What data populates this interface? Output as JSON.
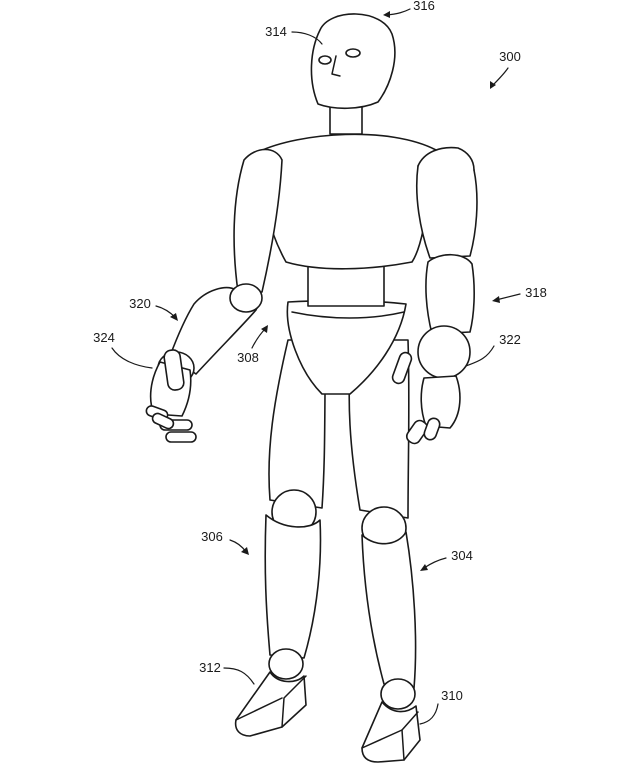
{
  "figure": {
    "labels": {
      "ref_300": "300",
      "ref_304": "304",
      "ref_306": "306",
      "ref_308": "308",
      "ref_310": "310",
      "ref_312": "312",
      "ref_314": "314",
      "ref_316": "316",
      "ref_318": "318",
      "ref_320": "320",
      "ref_322": "322",
      "ref_324": "324"
    }
  }
}
